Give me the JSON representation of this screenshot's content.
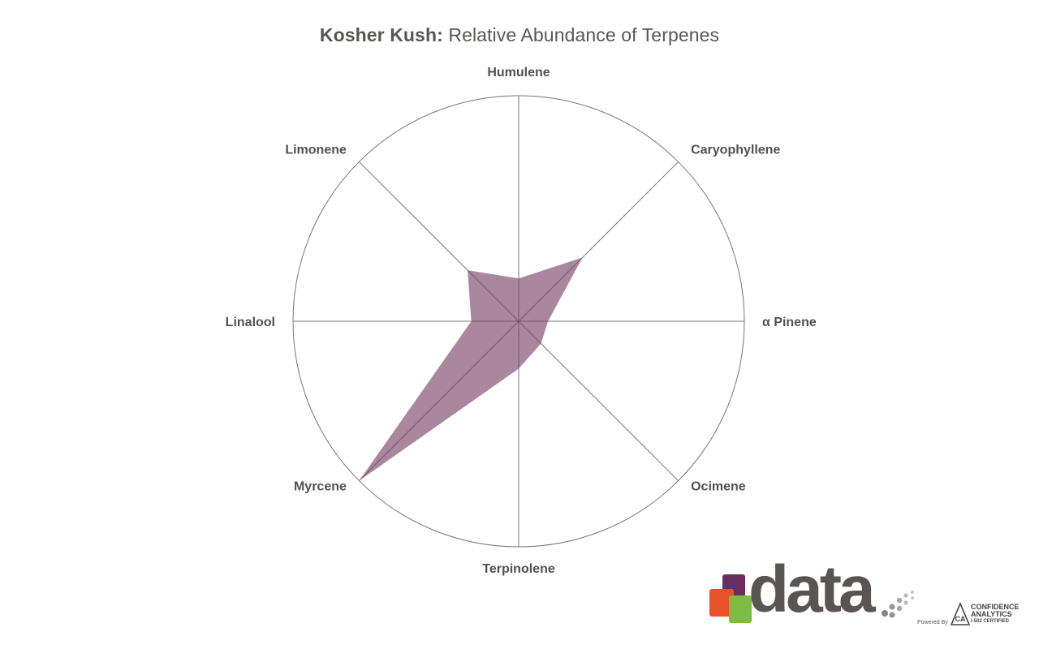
{
  "title": {
    "strain": "Kosher Kush:",
    "rest": "Relative Abundance of Terpenes"
  },
  "chart_data": {
    "type": "radar",
    "title": "Kosher Kush: Relative Abundance of Terpenes",
    "axes": [
      "Humulene",
      "Caryophyllene",
      "α Pinene",
      "Ocimene",
      "Terpinolene",
      "Myrcene",
      "Linalool",
      "Limonene"
    ],
    "values": [
      0.19,
      0.4,
      0.13,
      0.14,
      0.21,
      1.0,
      0.21,
      0.32
    ],
    "range": [
      0,
      1
    ],
    "grid": "outer-circle-and-spokes",
    "fill_color": "#9e7592",
    "line_color": "#7a7474"
  },
  "logo": {
    "word": "data",
    "powered_by": "Powered By",
    "badge_text": "CA",
    "partner_line1": "CONFIDENCE",
    "partner_line2": "ANALYTICS",
    "partner_line3": "I-502 CERTIFIED",
    "colors": {
      "purple": "#6b2d5e",
      "orange": "#e8522b",
      "green": "#7dbb42",
      "gray": "#5a5555"
    }
  }
}
